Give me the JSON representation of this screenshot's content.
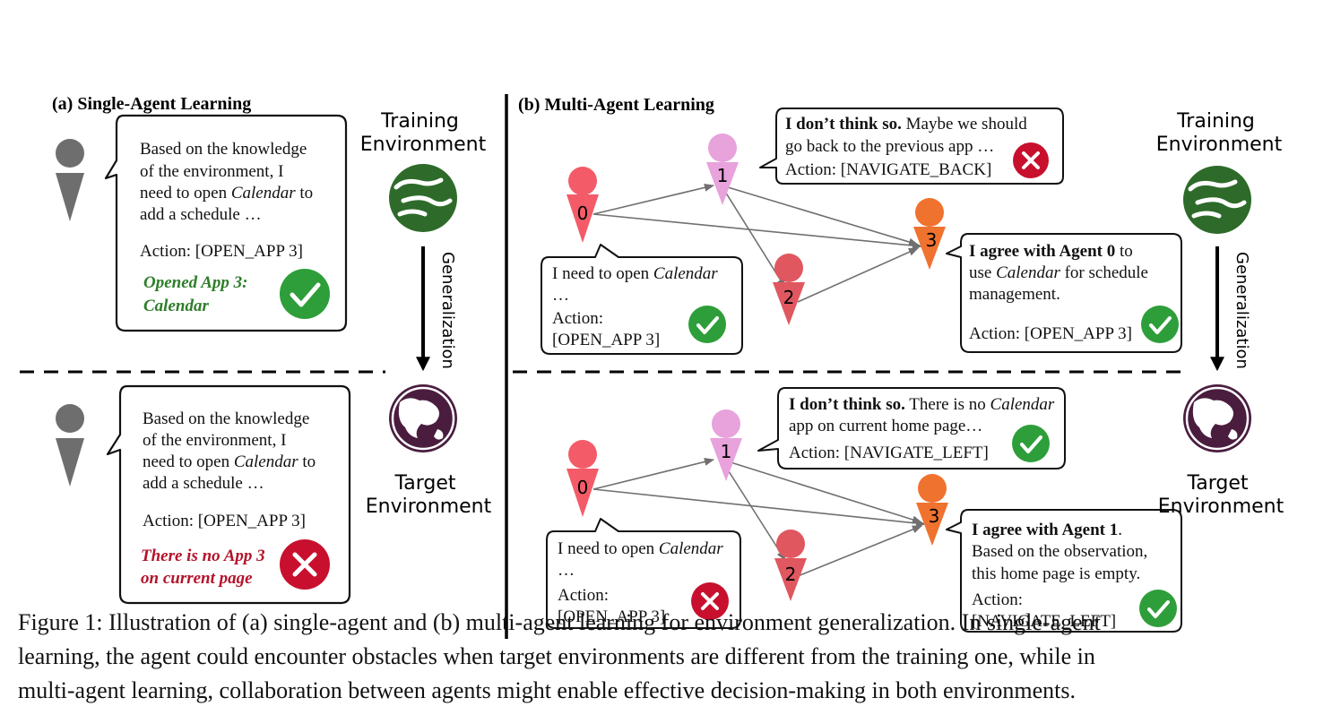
{
  "panels": {
    "single": {
      "title": "(a) Single-Agent Learning",
      "top": {
        "lines": [
          "Based on the knowledge",
          "of the environment, I",
          "need to open ",
          "add a schedule …"
        ],
        "italic_word": "Calendar",
        "italic_suffix": " to",
        "action": "Action: [OPEN_APP 3]",
        "result": [
          "Opened App 3:",
          "Calendar"
        ],
        "status": "success"
      },
      "bottom": {
        "lines": [
          "Based on the knowledge",
          "of the environment, I",
          "need to open ",
          "add a schedule …"
        ],
        "italic_word": "Calendar",
        "italic_suffix": " to",
        "action": "Action: [OPEN_APP 3]",
        "result": [
          "There is no App 3",
          "on current page"
        ],
        "status": "failure"
      }
    },
    "multi": {
      "title": "(b) Multi-Agent Learning",
      "agent_numbers": [
        "0",
        "1",
        "2",
        "3"
      ],
      "top": {
        "agent1": {
          "bold": "I don’t think so.",
          "rest": " Maybe we should",
          "line2": "go back to the previous app …",
          "action": "Action: [NAVIGATE_BACK]",
          "status": "failure"
        },
        "agent0": {
          "pre": "I need to open ",
          "italic": "Calendar",
          "line2": "…",
          "action1": "Action:",
          "action2": "[OPEN_APP 3]",
          "status": "success"
        },
        "agent3": {
          "bold": "I agree with Agent 0",
          "rest": " to",
          "line2_pre": "use ",
          "line2_italic": "Calendar",
          "line2_post": " for schedule",
          "line3": "management.",
          "action": "Action: [OPEN_APP 3]",
          "status": "success"
        }
      },
      "bottom": {
        "agent1": {
          "bold": "I don’t think so.",
          "rest": " There is no ",
          "italic": "Calendar",
          "line2": "app on current home page…",
          "action": "Action: [NAVIGATE_LEFT]",
          "status": "success"
        },
        "agent0": {
          "pre": "I need to open ",
          "italic": "Calendar",
          "line2": "…",
          "action1": "Action:",
          "action2": "[OPEN_APP 3]",
          "status": "failure"
        },
        "agent3": {
          "bold": "I agree with Agent 1",
          "rest": ".",
          "line2": "Based on the observation,",
          "line3": "this home page is empty.",
          "action1": "Action:",
          "action2": "[NAVIGATE_LEFT]",
          "status": "success"
        }
      }
    }
  },
  "environments": {
    "training": [
      "Training",
      "Environment"
    ],
    "target": [
      "Target",
      "Environment"
    ],
    "arrow_label": "Generalization"
  },
  "colors": {
    "success": "#2e9e3a",
    "failure": "#c8102e",
    "training_globe": "#2e6b2a",
    "target_globe": "#4a1d3f",
    "agent_single": "#6e6e6e",
    "agent0": "#f45b68",
    "agent1": "#e8a2dc",
    "agent2": "#e05760",
    "agent3": "#f0722f"
  },
  "caption": [
    "Figure 1: Illustration of (a) single-agent and (b) multi-agent learning for environment generalization. In single-agent",
    "learning, the agent could encounter obstacles when target environments are different from the training one, while in",
    "multi-agent learning, collaboration between agents might enable effective decision-making in both environments."
  ]
}
